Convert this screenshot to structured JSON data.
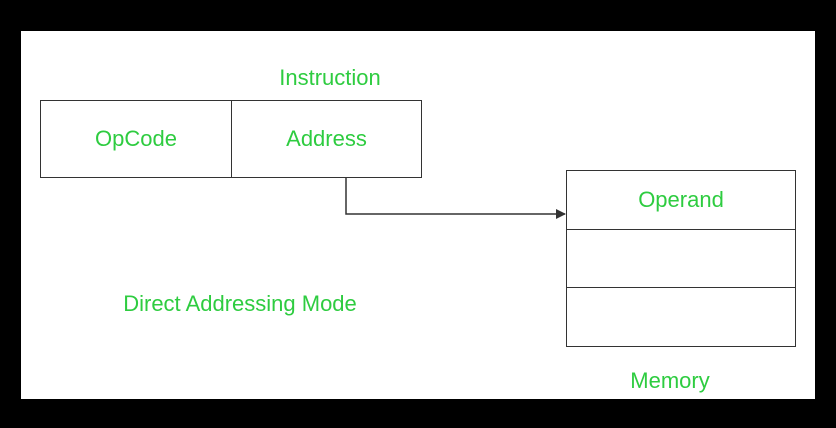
{
  "instruction": {
    "title": "Instruction",
    "fields": [
      "OpCode",
      "Address"
    ]
  },
  "memory": {
    "label": "Memory",
    "cells": [
      "Operand",
      "",
      ""
    ]
  },
  "caption": "Direct Addressing Mode",
  "colors": {
    "text": "#2ecc40",
    "stroke": "#333333",
    "background": "#ffffff",
    "frame": "#000000"
  }
}
